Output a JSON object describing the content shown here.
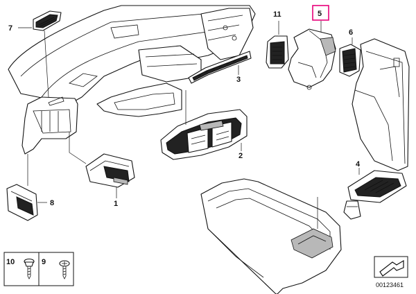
{
  "diagram": {
    "callouts": [
      {
        "id": "1",
        "label": "1"
      },
      {
        "id": "2",
        "label": "2"
      },
      {
        "id": "3",
        "label": "3"
      },
      {
        "id": "4",
        "label": "4"
      },
      {
        "id": "5",
        "label": "5"
      },
      {
        "id": "6",
        "label": "6"
      },
      {
        "id": "7",
        "label": "7"
      },
      {
        "id": "8",
        "label": "8"
      },
      {
        "id": "9",
        "label": "9"
      },
      {
        "id": "10",
        "label": "10"
      },
      {
        "id": "11",
        "label": "11"
      }
    ],
    "highlight_color": "#e8007a",
    "document_number": "00123461"
  }
}
